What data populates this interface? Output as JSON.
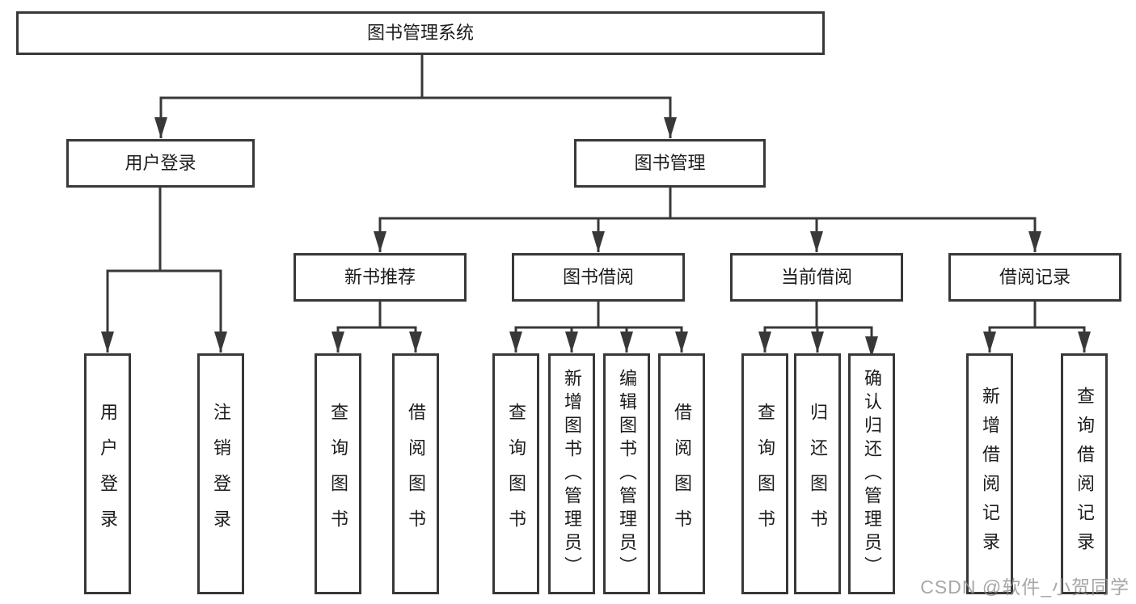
{
  "diagram": {
    "title": "图书管理系统",
    "tree": {
      "root": "图书管理系统",
      "children": [
        {
          "label": "用户登录",
          "children": [
            {
              "label": "用户登录"
            },
            {
              "label": "注销登录"
            }
          ]
        },
        {
          "label": "图书管理",
          "children": [
            {
              "label": "新书推荐",
              "children": [
                {
                  "label": "查询图书"
                },
                {
                  "label": "借阅图书"
                }
              ]
            },
            {
              "label": "图书借阅",
              "children": [
                {
                  "label": "查询图书"
                },
                {
                  "label": "新增图书（管理员）"
                },
                {
                  "label": "编辑图书（管理员）"
                },
                {
                  "label": "借阅图书"
                }
              ]
            },
            {
              "label": "当前借阅",
              "children": [
                {
                  "label": "查询图书"
                },
                {
                  "label": "归还图书"
                },
                {
                  "label": "确认归还（管理员）"
                }
              ]
            },
            {
              "label": "借阅记录",
              "children": [
                {
                  "label": "新增借阅记录"
                },
                {
                  "label": "查询借阅记录"
                }
              ]
            }
          ]
        }
      ]
    },
    "colors": {
      "line": "#383838",
      "box_border": "#383838",
      "box_background": "#ffffff",
      "text": "#1c1c1c",
      "watermark_text_color": "#919191",
      "page_background": "#ffffff"
    }
  },
  "watermark": {
    "text": "CSDN @软件_小贺同学"
  }
}
